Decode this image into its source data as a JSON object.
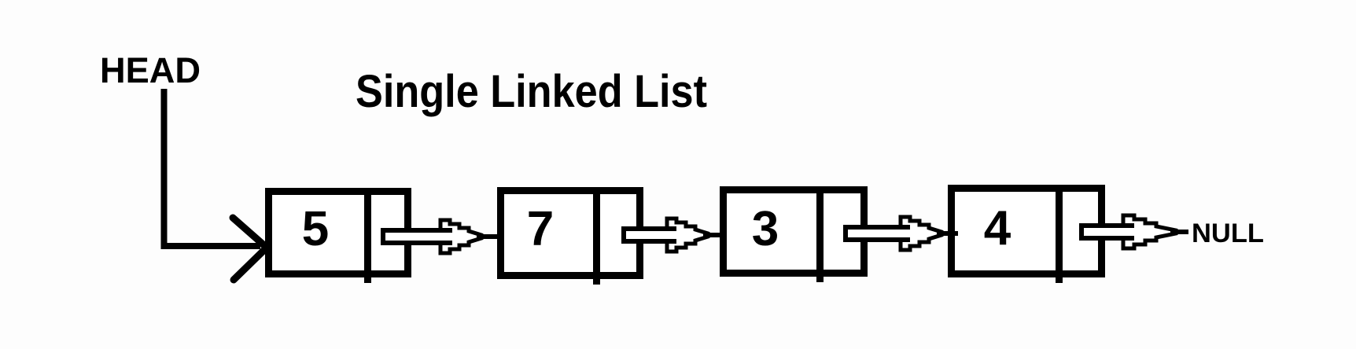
{
  "title": "Single Linked List",
  "head": {
    "label": "HEAD"
  },
  "terminator": {
    "label": "NULL"
  },
  "list": {
    "nodes": [
      {
        "value": "5"
      },
      {
        "value": "7"
      },
      {
        "value": "3"
      },
      {
        "value": "4"
      }
    ]
  },
  "colors": {
    "ink": "#000000",
    "background": "#fdfdfd"
  }
}
